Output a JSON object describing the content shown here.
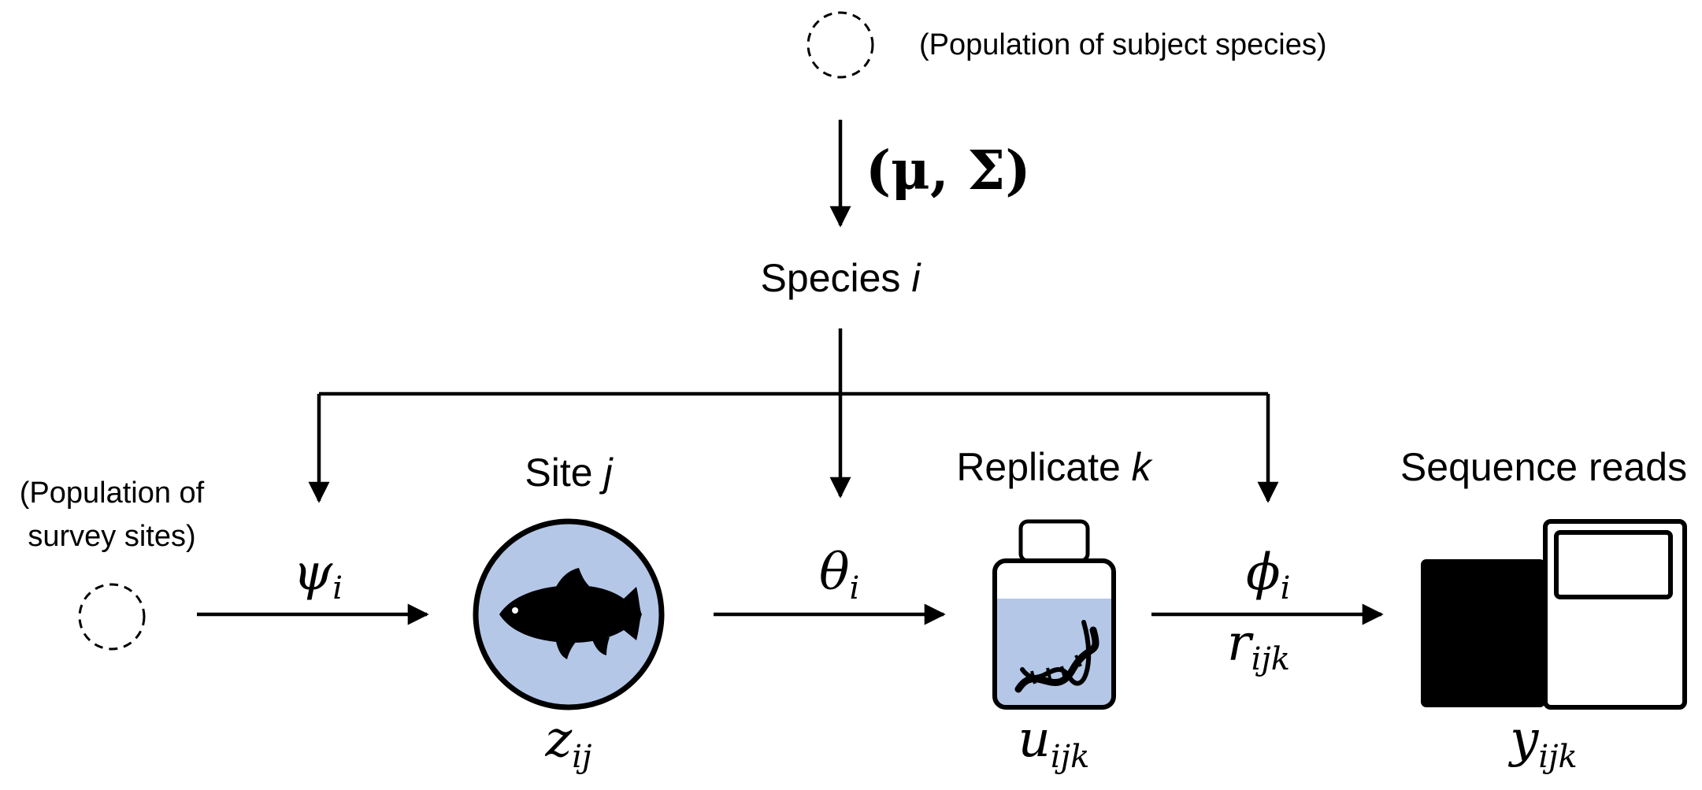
{
  "labels": {
    "pop_species": "(Population of subject species)",
    "mu_sigma": "(μ, Σ)",
    "species_text": "Species ",
    "species_var": "i",
    "pop_sites_line1": "(Population of",
    "pop_sites_line2": "survey sites)",
    "site_text": "Site ",
    "site_var": "j",
    "replicate_text": "Replicate ",
    "replicate_var": "k",
    "reads": "Sequence reads"
  },
  "params": {
    "psi": {
      "sym": "ψ",
      "sub": "i"
    },
    "theta": {
      "sym": "θ",
      "sub": "i"
    },
    "phi": {
      "sym": "ϕ",
      "sub": "i"
    },
    "r": {
      "sym": "r",
      "sub": "ijk"
    }
  },
  "latent": {
    "z": {
      "sym": "z",
      "sub": "ij"
    },
    "u": {
      "sym": "u",
      "sub": "ijk"
    },
    "y": {
      "sym": "y",
      "sub": "ijk"
    }
  },
  "icons": {
    "site": "fish-in-circle-icon",
    "replicate": "sample-bottle-dna-icon",
    "reads": "sequencer-icon"
  },
  "colors": {
    "fill_blue": "#b4c7e7",
    "stroke": "#000000"
  }
}
